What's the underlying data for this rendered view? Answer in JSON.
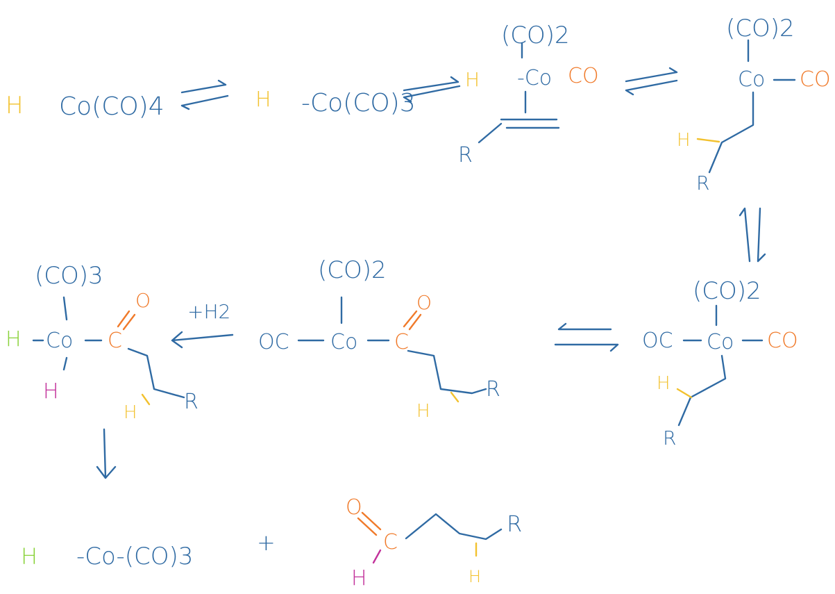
{
  "colors": {
    "blue": "#2f6aa3",
    "orange": "#f07a2a",
    "yellow": "#f2c12e",
    "green": "#8ad23a",
    "magenta": "#c2329b",
    "background": "#ffffff"
  },
  "step1": {
    "h": "H",
    "formula": "Co(CO)4"
  },
  "step2": {
    "h": "H",
    "formula": "-Co(CO)3"
  },
  "step3": {
    "co2": "(CO)2",
    "h": "H",
    "co": "-Co",
    "co_ligand": "CO",
    "r": "R"
  },
  "step4": {
    "co2": "(CO)2",
    "co": "Co",
    "co_ligand": "CO",
    "h": "H",
    "r": "R"
  },
  "step5": {
    "co2": "(CO)2",
    "oc": "OC",
    "co": "Co",
    "co_ligand": "CO",
    "h": "H",
    "r": "R"
  },
  "step6": {
    "co2": "(CO)2",
    "oc": "OC",
    "co": "Co",
    "c": "C",
    "o": "O",
    "h": "H",
    "r": "R"
  },
  "step7": {
    "co3": "(CO)3",
    "h_green": "H",
    "co": "Co",
    "c": "C",
    "o": "O",
    "h_magenta": "H",
    "h_yellow": "H",
    "r": "R"
  },
  "reagent": "+H2",
  "products": {
    "h_green": "H",
    "catalyst": "-Co-(CO)3",
    "plus": "+",
    "aldehyde": {
      "o": "O",
      "c": "C",
      "h_magenta": "H",
      "h_yellow": "H",
      "r": "R"
    }
  }
}
